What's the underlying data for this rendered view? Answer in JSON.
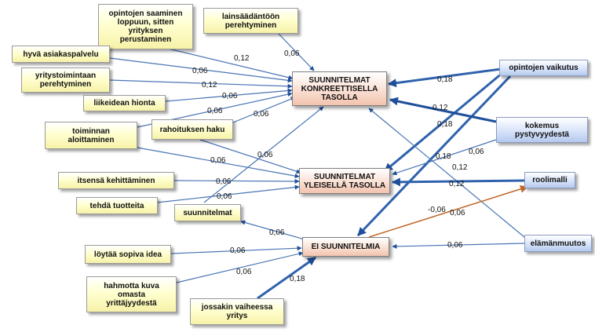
{
  "nodes": {
    "targets": {
      "konkreettisella": "SUUNNITELMAT\nKONKREETTISELLA\nTASOLLA",
      "yleisella": "SUUNNITELMAT\nYLEISELLÄ TASOLLA",
      "ei": "EI SUUNNITELMIA"
    },
    "left": {
      "opintojen_saaminen": "opintojen saaminen\nloppuun, sitten\nyrityksen\nperustaminen",
      "lainsaadanto": "lainsäädäntöön\nperehtyminen",
      "asiakaspalvelu": "hyvä asiakaspalvelu",
      "yritystoimintaan": "yritystoimintaan\nperehtyminen",
      "liikeidean": "liikeidean hionta",
      "toiminnan": "toiminnan\naloittaminen",
      "rahoituksen": "rahoituksen haku",
      "itsensa": "itsensä kehittäminen",
      "tuotteita": "tehdä tuotteita",
      "suunnitelmat": "suunnitelmat",
      "idea": "löytää sopiva idea",
      "hahmotta": "hahmotta kuva\nomasta\nyrittäjyydestä",
      "jossakin": "jossakin vaiheessa\nyritys"
    },
    "right": {
      "opintojen_vaikutus": "opintojen vaikutus",
      "kokemus": "kokemus\npystyvyydestä",
      "roolimalli": "roolimalli",
      "elamanmuutos": "elämänmuutos"
    }
  },
  "edge_labels": {
    "e1": "0,12",
    "e2": "0,06",
    "e3": "0,06",
    "e4": "0,12",
    "e5": "0,06",
    "e6": "0,06",
    "e7": "0,06",
    "e8": "0,06",
    "e9": "0,06",
    "e10": "0,06",
    "e11": "0,06",
    "e12": "0,06",
    "e13": "0,06",
    "e14": "0,06",
    "e15": "0,06",
    "e16": "0,18",
    "e17": "0,18",
    "e18": "0,12",
    "e19": "0,18",
    "e20": "0,12",
    "e21": "0,06",
    "e22": "0,18",
    "e23": "0,12",
    "e24": "-0,06",
    "e25": "0,06"
  },
  "colors": {
    "arrow_blue": "#4a75b5",
    "arrow_dark": "#1f4f9a",
    "arrow_orange": "#c0662a"
  }
}
